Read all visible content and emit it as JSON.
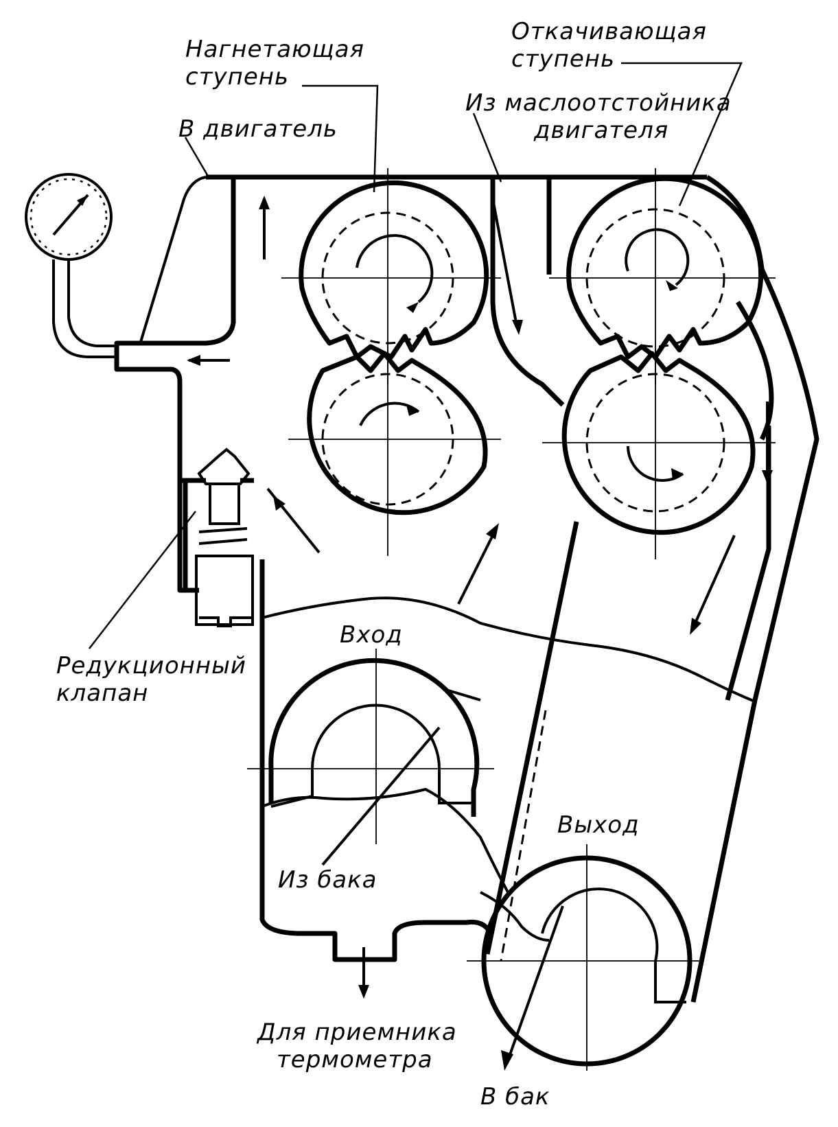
{
  "labels": {
    "pressure_stage": [
      "Нагнетающая",
      "ступень"
    ],
    "to_engine": "В двигатель",
    "scavenge_stage": [
      "Откачивающая",
      "ступень"
    ],
    "from_sump": [
      "Из маслоотстойника",
      "двигателя"
    ],
    "reducing_valve": [
      "Редукционный",
      "клапан"
    ],
    "inlet": "Вход",
    "outlet": "Выход",
    "from_tank": "Из бака",
    "thermometer": [
      "Для приемника",
      "термометра"
    ],
    "to_tank": "В бак"
  },
  "colors": {
    "ink": "#000000",
    "paper": "#ffffff"
  }
}
